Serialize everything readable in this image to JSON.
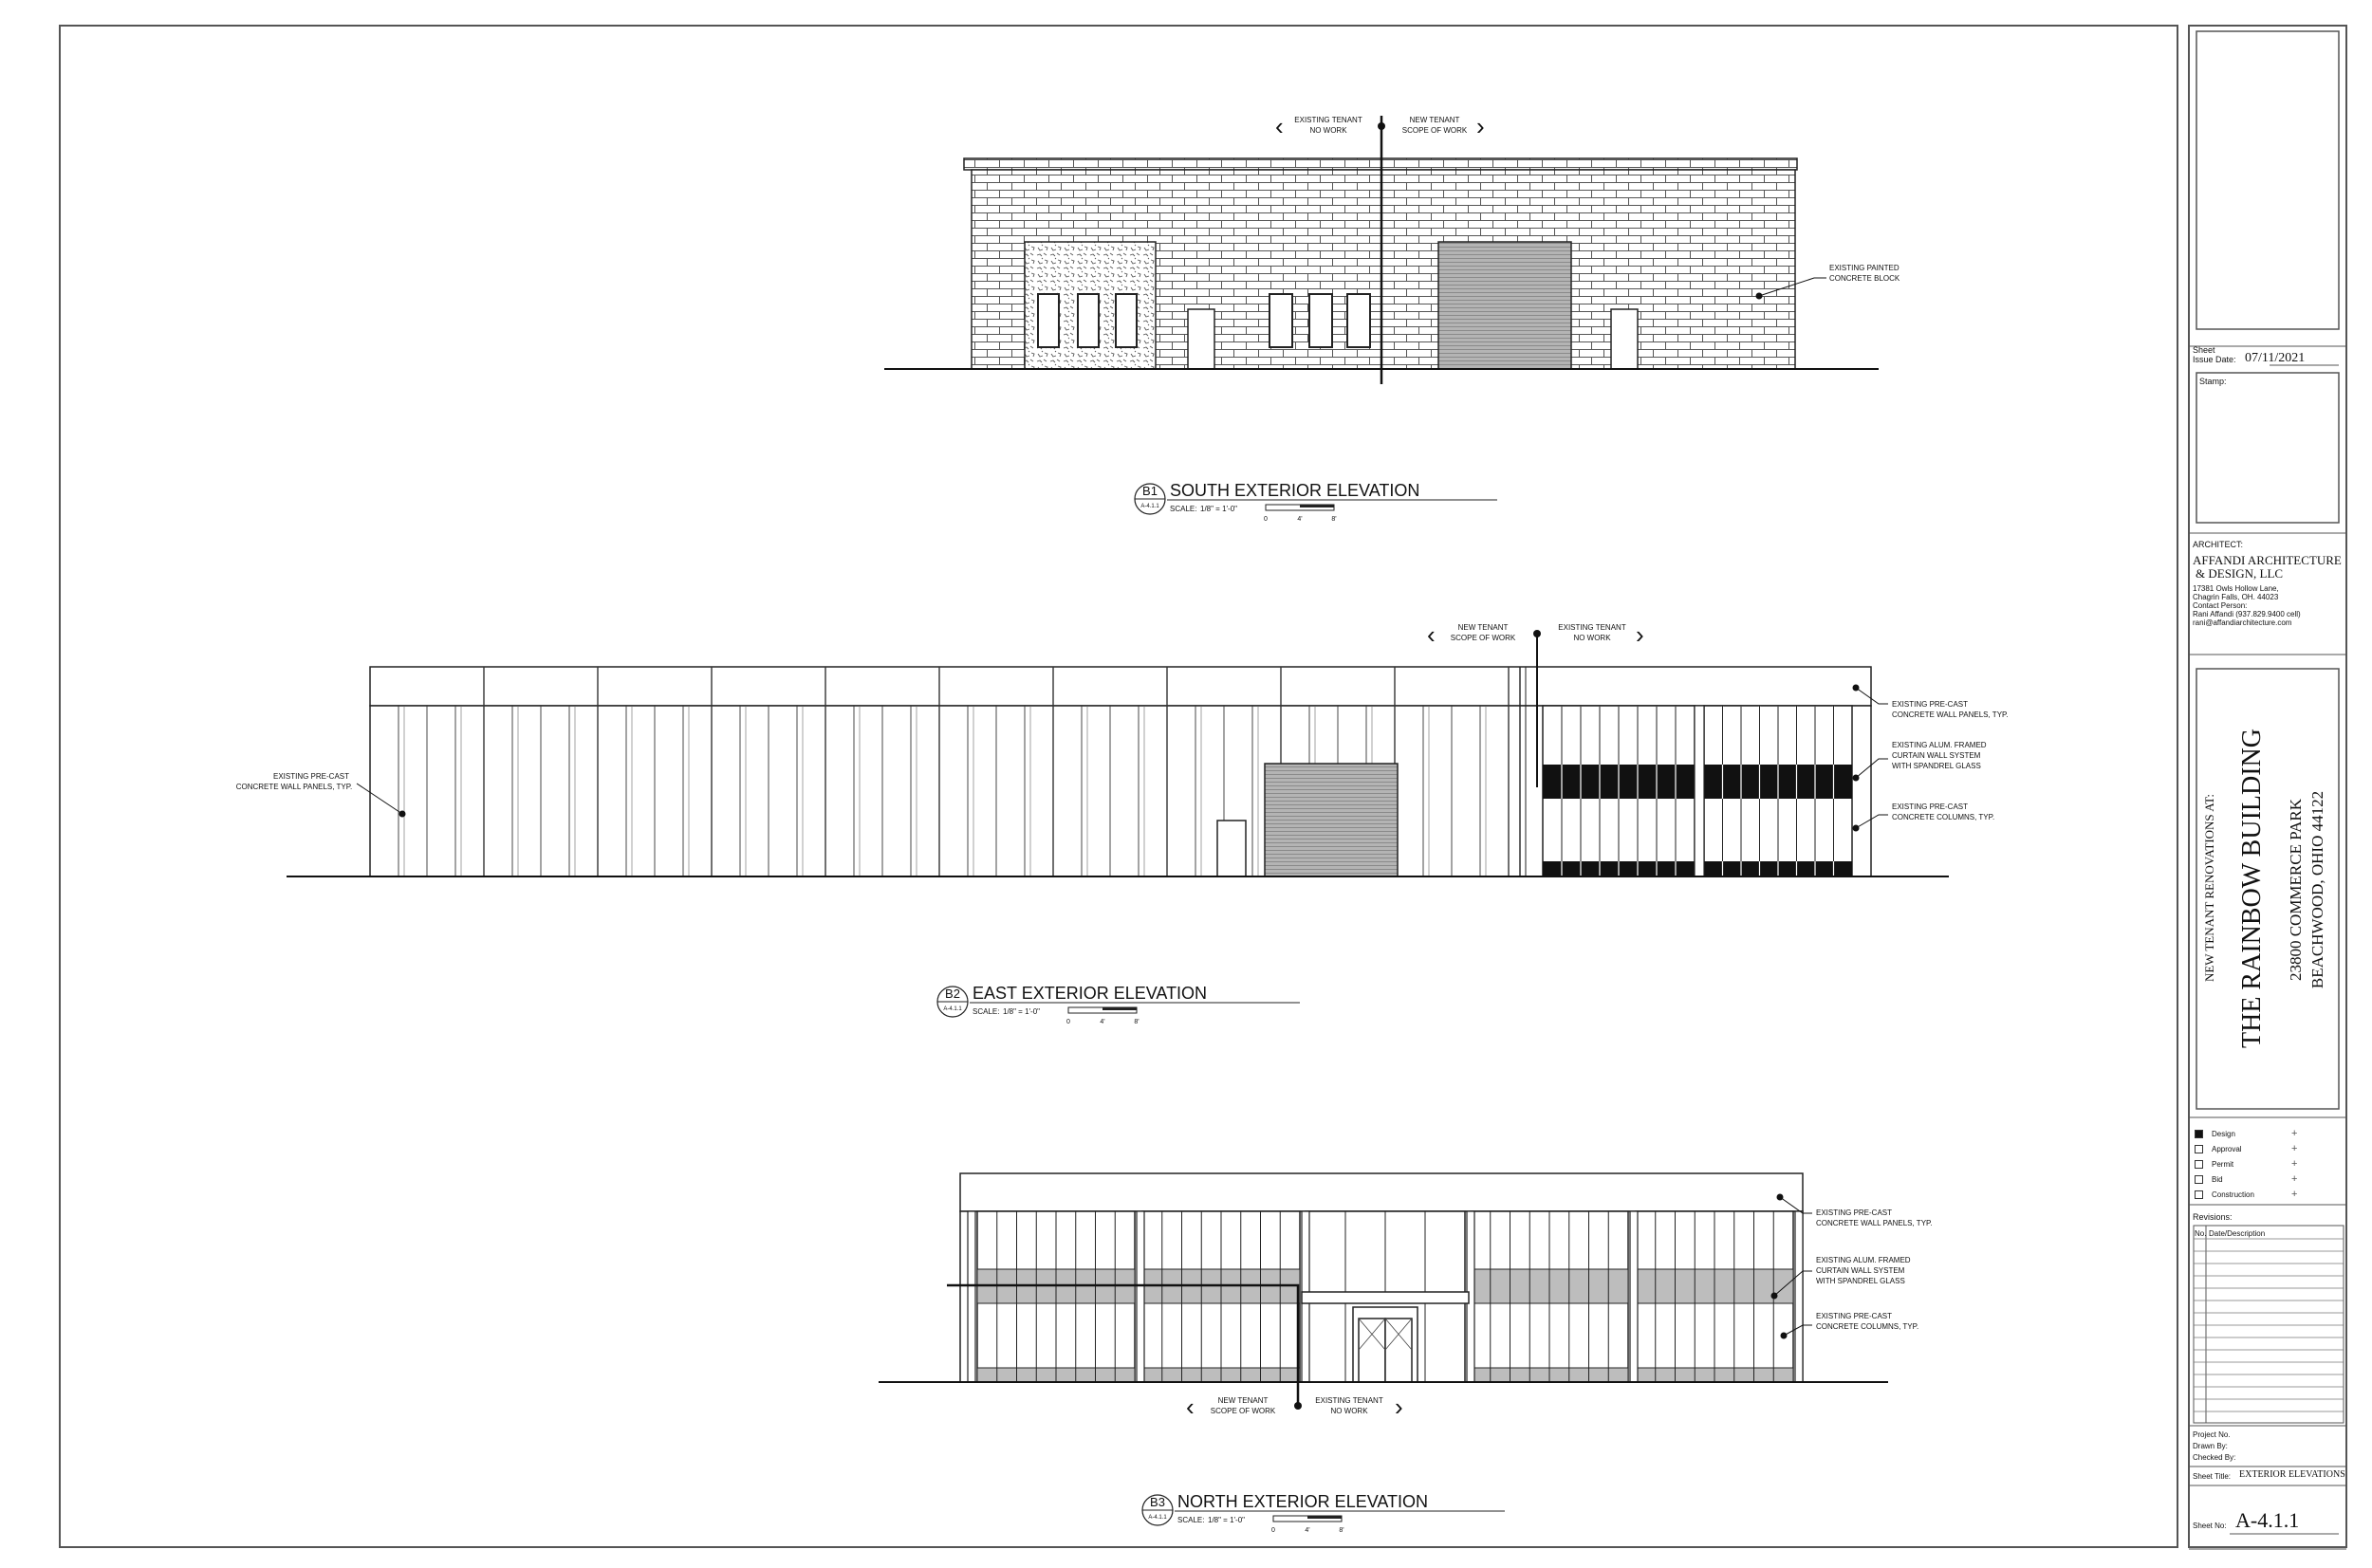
{
  "elevations": {
    "south": {
      "tag": "B1",
      "ref": "A-4.1.1",
      "title": "SOUTH EXTERIOR ELEVATION",
      "scale_label": "SCALE:",
      "scale_value": "1/8\" = 1'-0\"",
      "bar_ticks": [
        "0",
        "4'",
        "8'"
      ],
      "scope_left": [
        "EXISTING TENANT",
        "NO WORK"
      ],
      "scope_right": [
        "NEW TENANT",
        "SCOPE OF WORK"
      ],
      "notes": [
        [
          "EXISTING PAINTED",
          "CONCRETE BLOCK"
        ]
      ]
    },
    "east": {
      "tag": "B2",
      "ref": "A-4.1.1",
      "title": "EAST EXTERIOR ELEVATION",
      "scale_label": "SCALE:",
      "scale_value": "1/8\" = 1'-0\"",
      "bar_ticks": [
        "0",
        "4'",
        "8'"
      ],
      "scope_left": [
        "NEW TENANT",
        "SCOPE OF WORK"
      ],
      "scope_right": [
        "EXISTING TENANT",
        "NO WORK"
      ],
      "note_left": [
        "EXISTING PRE-CAST",
        "CONCRETE WALL PANELS, TYP."
      ],
      "notes": [
        [
          "EXISTING PRE-CAST",
          "CONCRETE WALL PANELS, TYP."
        ],
        [
          "EXISTING ALUM. FRAMED",
          "CURTAIN WALL SYSTEM",
          "WITH SPANDREL GLASS"
        ],
        [
          "EXISTING PRE-CAST",
          "CONCRETE COLUMNS, TYP."
        ]
      ]
    },
    "north": {
      "tag": "B3",
      "ref": "A-4.1.1",
      "title": "NORTH EXTERIOR ELEVATION",
      "scale_label": "SCALE:",
      "scale_value": "1/8\" = 1'-0\"",
      "bar_ticks": [
        "0",
        "4'",
        "8'"
      ],
      "scope_left": [
        "NEW TENANT",
        "SCOPE OF WORK"
      ],
      "scope_right": [
        "EXISTING TENANT",
        "NO WORK"
      ],
      "notes": [
        [
          "EXISTING PRE-CAST",
          "CONCRETE WALL PANELS, TYP."
        ],
        [
          "EXISTING ALUM. FRAMED",
          "CURTAIN WALL SYSTEM",
          "WITH SPANDREL GLASS"
        ],
        [
          "EXISTING PRE-CAST",
          "CONCRETE COLUMNS, TYP."
        ]
      ]
    }
  },
  "title_block": {
    "sheet_issue_label_1": "Sheet",
    "sheet_issue_label_2": "Issue Date:",
    "sheet_issue_date": "07/11/2021",
    "stamp_label": "Stamp:",
    "architect_label": "ARCHITECT:",
    "firm_line1": "AFFANDI ARCHITECTURE",
    "firm_line2": "& DESIGN, LLC",
    "address": [
      "17381 Owls Hollow Lane,",
      "Chagrin Falls, OH. 44023",
      "Contact Person:",
      "Rani Affandi (937.829.9400 cell)",
      "rani@affandiarchitecture.com"
    ],
    "project_lines": [
      "NEW TENANT RENOVATIONS AT:",
      "THE RAINBOW BUILDING",
      "23800 COMMERCE PARK",
      "BEACHWOOD, OHIO 44122"
    ],
    "phases": [
      {
        "label": "Design",
        "checked": true
      },
      {
        "label": "Approval",
        "checked": false
      },
      {
        "label": "Permit",
        "checked": false
      },
      {
        "label": "Bid",
        "checked": false
      },
      {
        "label": "Construction",
        "checked": false
      }
    ],
    "phase_mark": "+",
    "revisions_label": "Revisions:",
    "rev_col_no": "No.",
    "rev_col_desc": "Date/Description",
    "project_no_label": "Project No.",
    "drawn_by_label": "Drawn By:",
    "checked_by_label": "Checked By:",
    "sheet_title_label": "Sheet Title:",
    "sheet_title": "EXTERIOR ELEVATIONS",
    "sheet_no_label": "Sheet No:",
    "sheet_no": "A-4.1.1"
  }
}
